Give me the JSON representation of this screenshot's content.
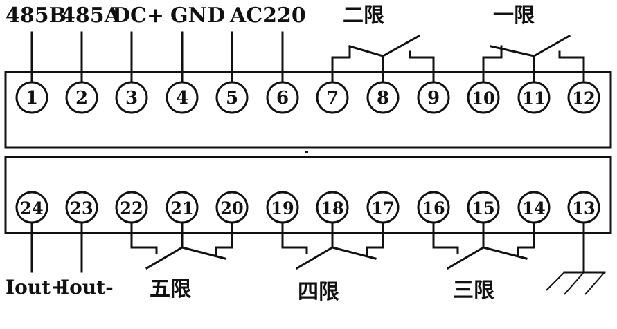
{
  "diagram": {
    "title": "Terminal wiring diagram",
    "colors": {
      "line": "#111111",
      "background": "#ffffff"
    },
    "top_row": {
      "terminals": [
        "1",
        "2",
        "3",
        "4",
        "5",
        "6",
        "7",
        "8",
        "9",
        "10",
        "11",
        "12"
      ],
      "labels": [
        {
          "text": "485B",
          "terminals": [
            "1"
          ]
        },
        {
          "text": "485A",
          "terminals": [
            "2"
          ]
        },
        {
          "text": "DC+",
          "terminals": [
            "3"
          ]
        },
        {
          "text": "GND",
          "terminals": [
            "4"
          ]
        },
        {
          "text": "AC220",
          "terminals": [
            "5",
            "6"
          ]
        }
      ],
      "relays": [
        {
          "label": "二限",
          "terminals": [
            "7",
            "8",
            "9"
          ]
        },
        {
          "label": "一限",
          "terminals": [
            "10",
            "11",
            "12"
          ]
        }
      ]
    },
    "bottom_row": {
      "terminals": [
        "24",
        "23",
        "22",
        "21",
        "20",
        "19",
        "18",
        "17",
        "16",
        "15",
        "14",
        "13"
      ],
      "labels": [
        {
          "text": "Iout+",
          "terminals": [
            "24"
          ]
        },
        {
          "text": "Iout-",
          "terminals": [
            "23"
          ]
        }
      ],
      "relays": [
        {
          "label": "五限",
          "terminals": [
            "22",
            "21",
            "20"
          ]
        },
        {
          "label": "四限",
          "terminals": [
            "19",
            "18",
            "17"
          ]
        },
        {
          "label": "三限",
          "terminals": [
            "16",
            "15",
            "14"
          ]
        }
      ],
      "ground": {
        "label": "ground-symbol",
        "terminal": "13"
      }
    }
  }
}
